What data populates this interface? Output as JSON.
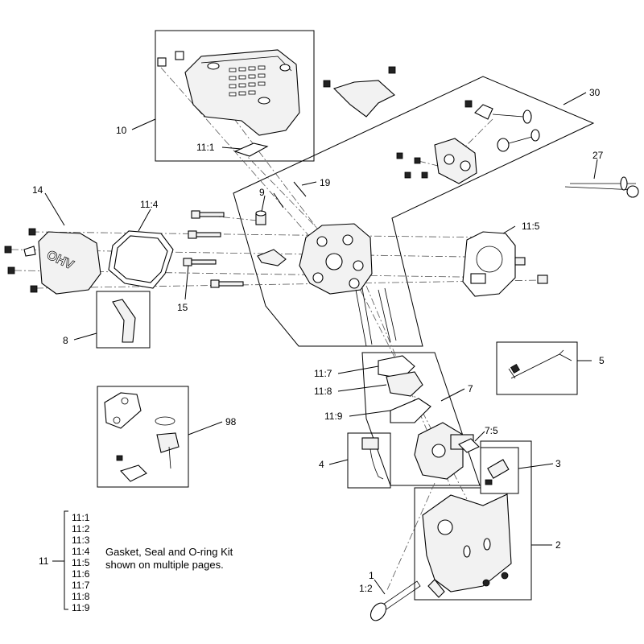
{
  "callouts": {
    "c10": "10",
    "c11_1_top": "11:1",
    "c30": "30",
    "c27": "27",
    "c19": "19",
    "c9": "9",
    "c14": "14",
    "c11_4": "11:4",
    "c11_5": "11:5",
    "c15": "15",
    "c8": "8",
    "c5": "5",
    "c11_7": "11:7",
    "c11_8": "11:8",
    "c7": "7",
    "c11_9": "11:9",
    "c98": "98",
    "c7_5": "7:5",
    "c4": "4",
    "c3": "3",
    "c2": "2",
    "c1": "1",
    "c1_2": "1:2",
    "c11": "11"
  },
  "kit_legend": {
    "items": [
      "11:1",
      "11:2",
      "11:3",
      "11:4",
      "11:5",
      "11:6",
      "11:7",
      "11:8",
      "11:9"
    ],
    "note_line1": "Gasket, Seal and O-ring Kit",
    "note_line2": "shown on multiple pages."
  }
}
